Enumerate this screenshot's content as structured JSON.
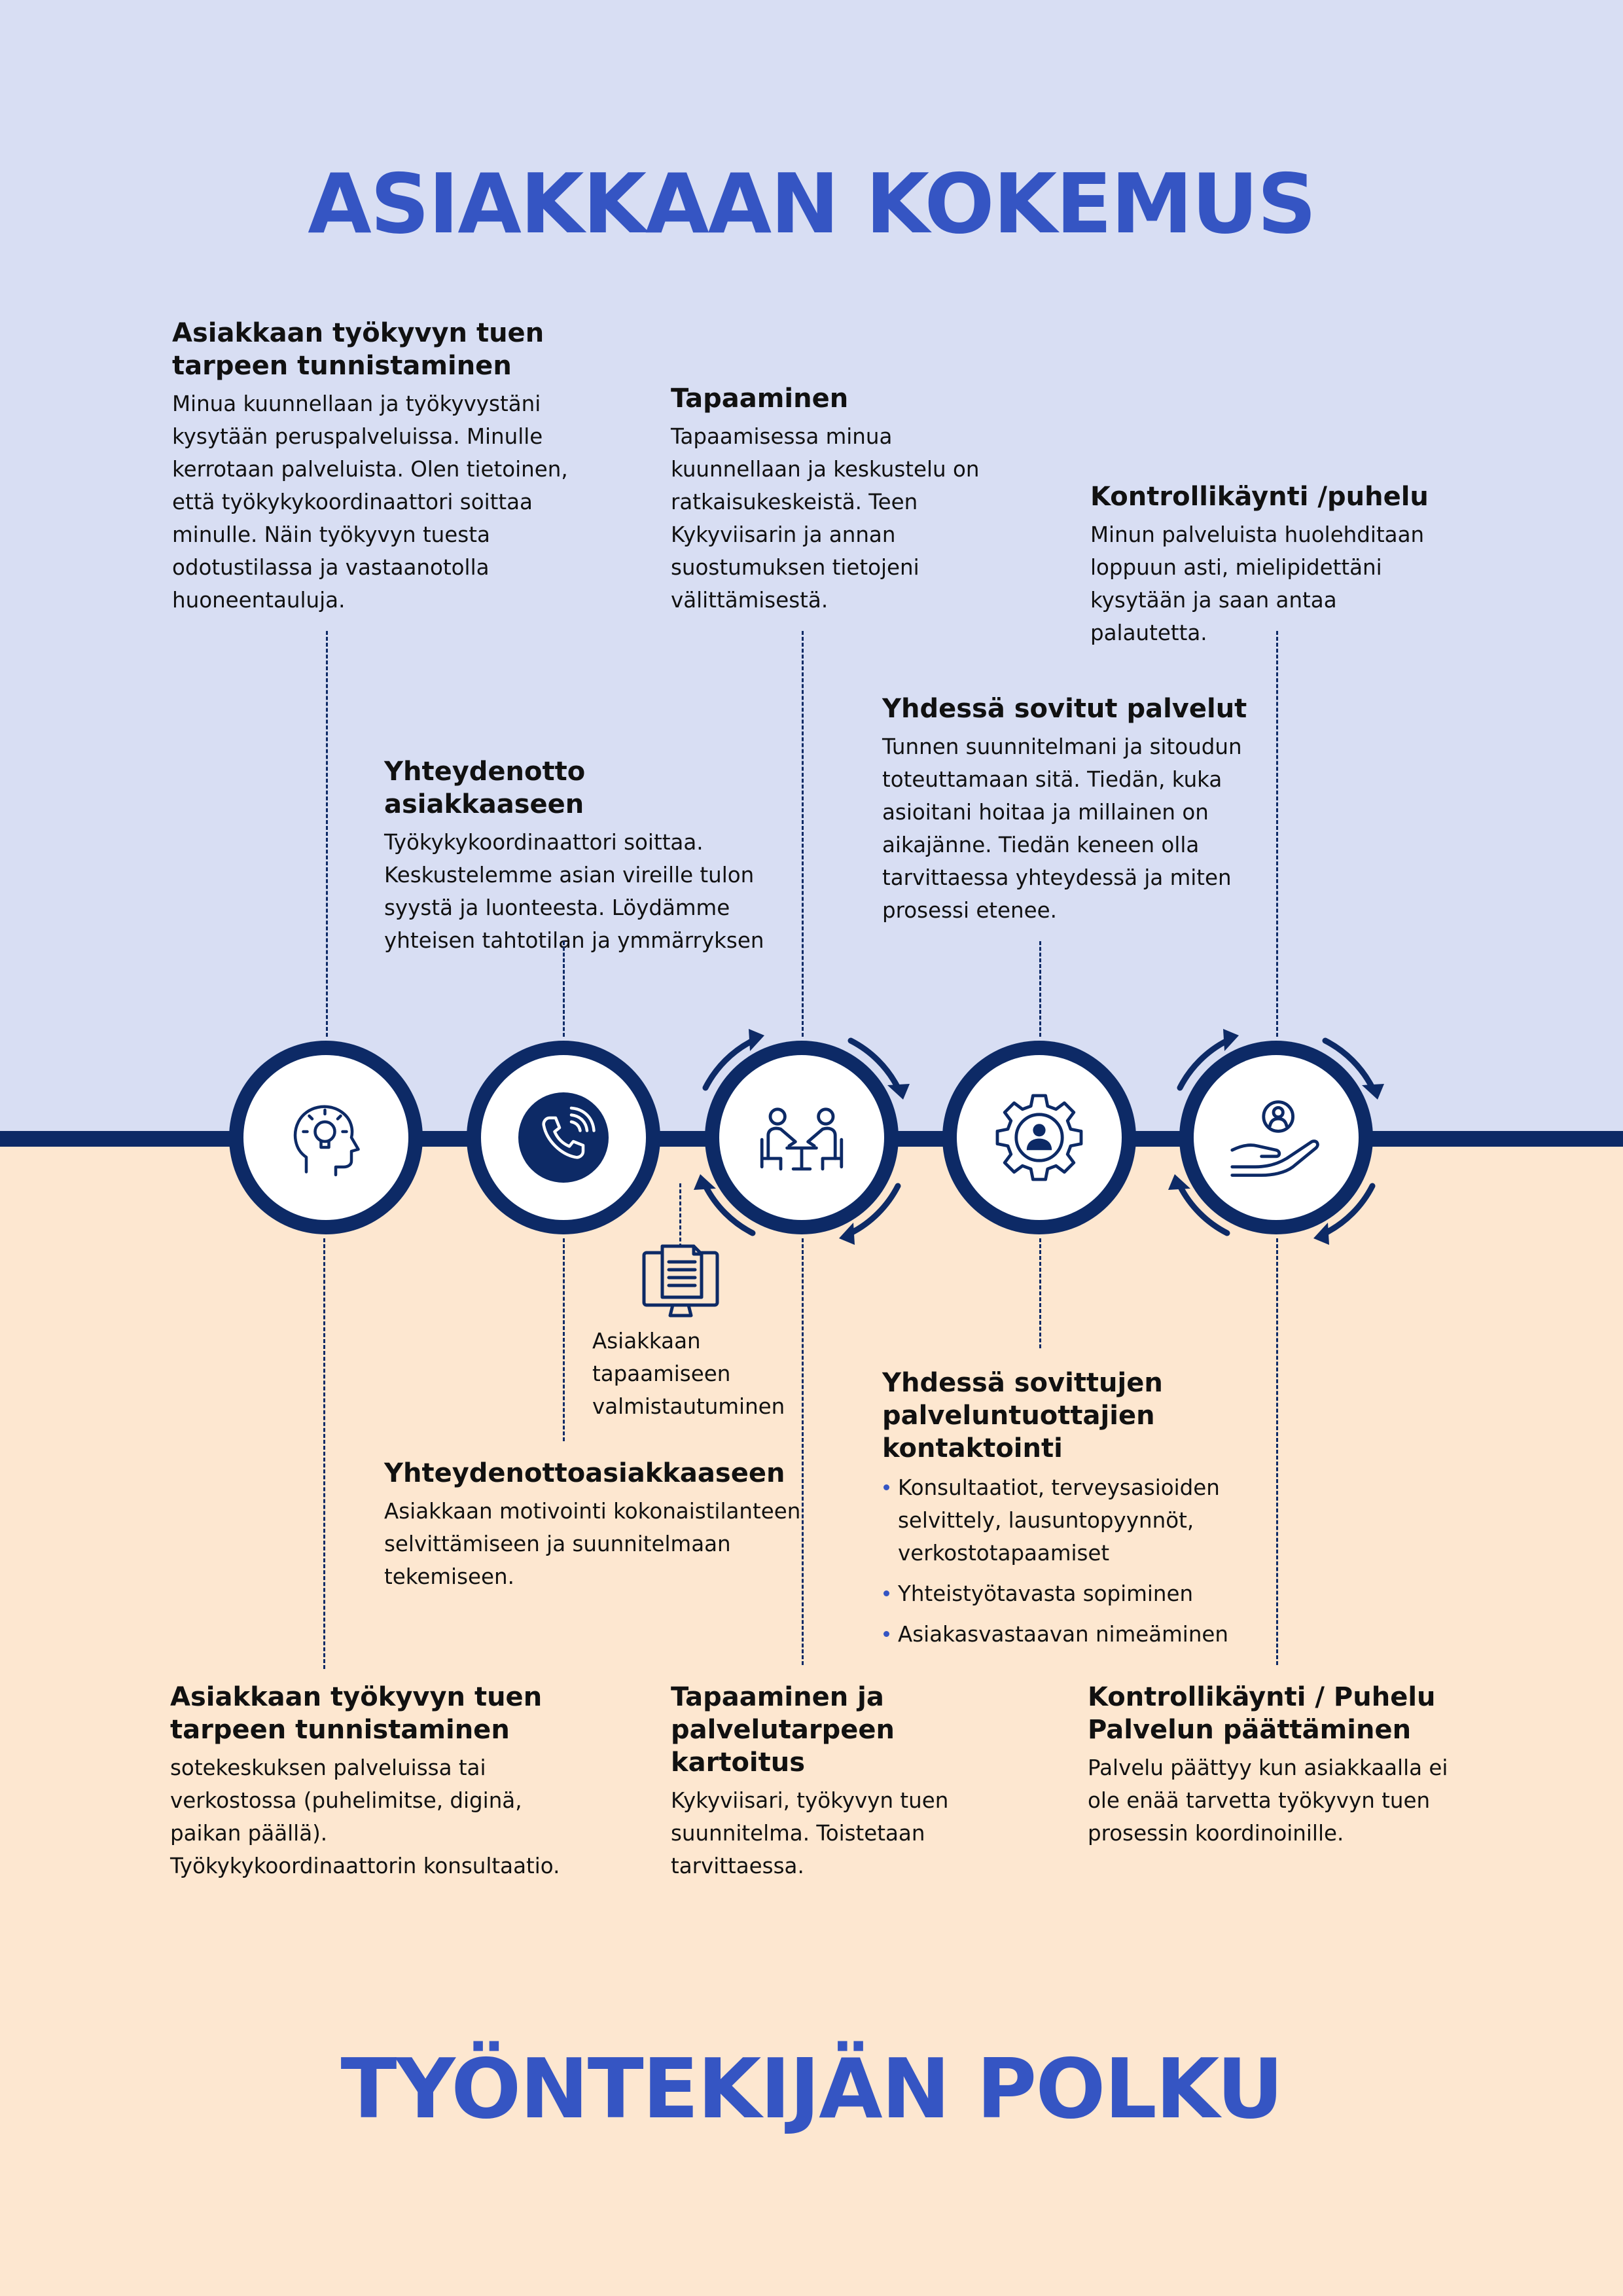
{
  "titles": {
    "top": "ASIAKKAAN KOKEMUS",
    "bottom": "TYÖNTEKIJÄN POLKU"
  },
  "top_blocks": [
    {
      "title": "Asiakkaan työkyvyn tuen tarpeen tunnistaminen",
      "text": "Minua kuunnellaan ja työkyvystäni kysytään peruspalveluissa. Minulle kerrotaan palveluista. Olen tietoinen, että työkykykoordinaattori soittaa minulle. Näin työkyvyn tuesta odotustilassa ja vastaanotolla huoneentauluja."
    },
    {
      "title": "Yhteydenotto asiakkaaseen",
      "text": "Työkykykoordinaattori soittaa. Keskustelemme asian vireille tulon syystä ja luonteesta. Löydämme yhteisen tahtotilan ja ymmärryksen"
    },
    {
      "title": "Tapaaminen",
      "text": "Tapaamisessa minua kuunnellaan ja keskustelu on ratkaisukeskeistä. Teen Kykyviisarin ja annan suostumuksen tietojeni välittämisestä."
    },
    {
      "title": "Yhdessä sovitut palvelut",
      "text": "Tunnen suunnitelmani ja sitoudun toteuttamaan sitä. Tiedän, kuka asioitani hoitaa ja millainen on aikajänne. Tiedän keneen olla tarvittaessa yhteydessä ja miten prosessi etenee."
    },
    {
      "title": "Kontrollikäynti /puhelu",
      "text": "Minun palveluista huolehditaan loppuun asti, mielipidettäni kysytään ja saan antaa palautetta."
    }
  ],
  "prep_label": "Asiakkaan tapaamiseen valmistautuminen",
  "bottom_blocks": [
    {
      "title": "Asiakkaan työkyvyn tuen tarpeen tunnistaminen",
      "text": "sotekeskuksen palveluissa tai verkostossa (puhelimitse, diginä, paikan päällä). Työkykykoordinaattorin konsultaatio."
    },
    {
      "title": "Yhteydenottoasiakkaaseen",
      "text": "Asiakkaan motivointi kokonaistilanteen selvittämiseen ja suunnitelmaan tekemiseen."
    },
    {
      "title": "Tapaaminen ja palvelutarpeen kartoitus",
      "text": "Kykyviisari, työkyvyn tuen suunnitelma. Toistetaan tarvittaessa."
    },
    {
      "title": "Yhdessä sovittujen palveluntuottajien kontaktointi",
      "items": [
        "Konsultaatiot, terveysasioiden selvittely, lausuntopyynnöt, verkostotapaamiset",
        "Yhteistyötavasta sopiminen",
        "Asiakasvastaavan nimeäminen"
      ]
    },
    {
      "title": "Kontrollikäynti / Puhelu Palvelun päättäminen",
      "text": "Palvelu päättyy kun asiakkaalla ei ole enää tarvetta työkyvyn tuen prosessin koordinoinille."
    }
  ],
  "icons": [
    "head-lightbulb-icon",
    "phone-icon",
    "meeting-icon",
    "gear-person-icon",
    "hand-person-icon",
    "document-monitor-icon"
  ],
  "colors": {
    "top_bg": "#d8def3",
    "bottom_bg": "#fde7d0",
    "navy": "#0d2a66",
    "accent": "#3555c3"
  }
}
